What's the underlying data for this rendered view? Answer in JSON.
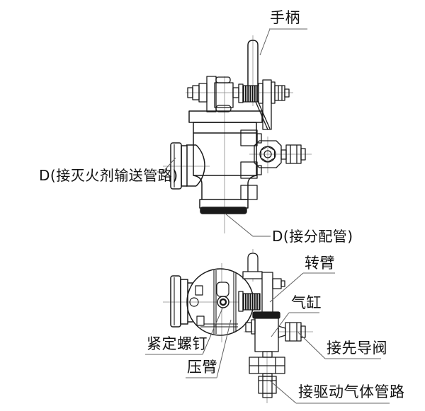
{
  "diagram": {
    "description": "selector-valve-two-view-technical-drawing",
    "colors": {
      "background": "#ffffff",
      "line": "#1a1a1a",
      "centerline": "#8a8a8a",
      "leader": "#5f5f5f",
      "underline": "#9a9a9a"
    },
    "labels": {
      "handle": "手柄",
      "inlet_port": "D(接灭火剂输送管路)",
      "outlet_port": "D(接分配管)",
      "rotating_arm": "转臂",
      "gas_cylinder": "气缸",
      "set_screw": "紧定螺钉",
      "press_arm": "压臂",
      "pilot_valve_port": "接先导阀",
      "driving_gas_port": "接驱动气体管路"
    }
  }
}
